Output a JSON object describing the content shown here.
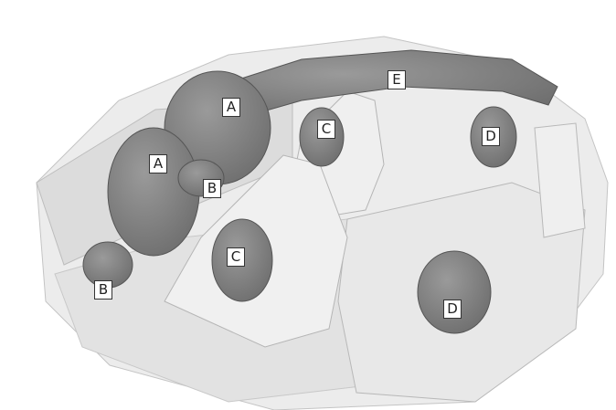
{
  "diagram": {
    "colors": {
      "airbag": "#8c8c8c",
      "airbag_dark": "#6e6e6e",
      "body": "#e4e4e4",
      "line": "#b5b5b5"
    },
    "labels": {
      "a_passenger": "A",
      "a_driver": "A",
      "b_driver_knee": "B",
      "b_passenger_knee": "B",
      "c_front_passenger_side": "C",
      "c_driver_side": "C",
      "d_rear_right": "D",
      "d_rear_left": "D",
      "e_curtain": "E"
    }
  }
}
